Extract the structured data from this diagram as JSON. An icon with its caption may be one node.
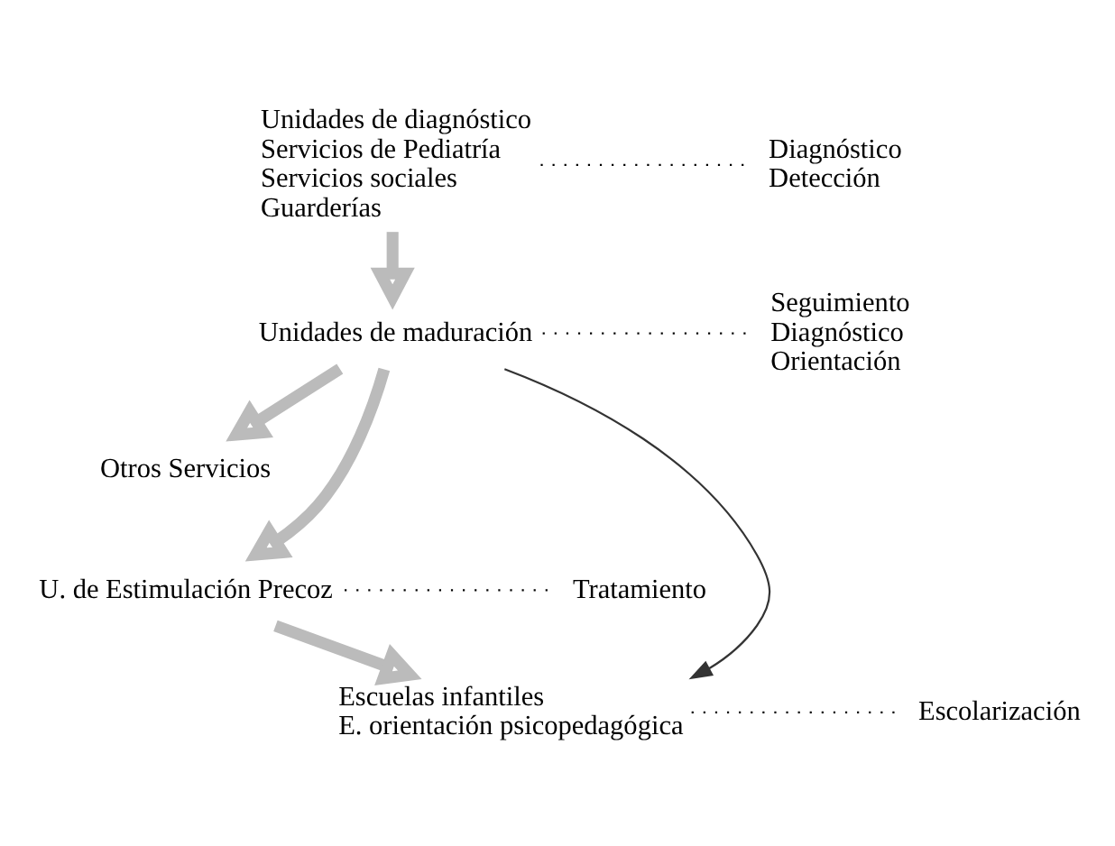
{
  "diagram": {
    "nodes": [
      {
        "text": [
          "Unidades de diagnóstico",
          "Servicios de Pediatría",
          "Servicios sociales",
          "Guarderías"
        ]
      },
      {
        "text": [
          "Diagnóstico",
          "Detección"
        ]
      },
      {
        "text": [
          "Unidades de maduración"
        ]
      },
      {
        "text": [
          "Seguimiento",
          "Diagnóstico",
          "Orientación"
        ]
      },
      {
        "text": [
          "Otros Servicios"
        ]
      },
      {
        "text": [
          "U. de Estimulación Precoz"
        ]
      },
      {
        "text": [
          "Tratamiento"
        ]
      },
      {
        "text": [
          "Escuelas infantiles",
          "E. orientación psicopedagógica"
        ]
      },
      {
        "text": [
          "Escolarización"
        ]
      }
    ],
    "edges": [
      {
        "from": 0,
        "to": 1,
        "arrow": "none",
        "style": "dashed"
      },
      {
        "from": 0,
        "to": 2,
        "arrow": "to",
        "style": "thick",
        "color": "#bbbbbb"
      },
      {
        "from": 2,
        "to": 3,
        "arrow": "none",
        "style": "dashed"
      },
      {
        "from": 2,
        "to": 5,
        "arrow": "to",
        "style": "thick",
        "color": "#bbbbbb"
      },
      {
        "from": 2,
        "to": 4,
        "arrow": "to",
        "style": "thick",
        "color": "#bbbbbb"
      },
      {
        "from": 5,
        "to": 6,
        "arrow": "none",
        "style": "dashed"
      },
      {
        "from": 5,
        "to": 7,
        "arrow": "to",
        "style": "thick",
        "color": "#bbbbbb"
      },
      {
        "from": 2,
        "to": 7,
        "arrow": "to"
      },
      {
        "from": 7,
        "to": 8,
        "arrow": "none",
        "style": "dashed"
      }
    ]
  }
}
